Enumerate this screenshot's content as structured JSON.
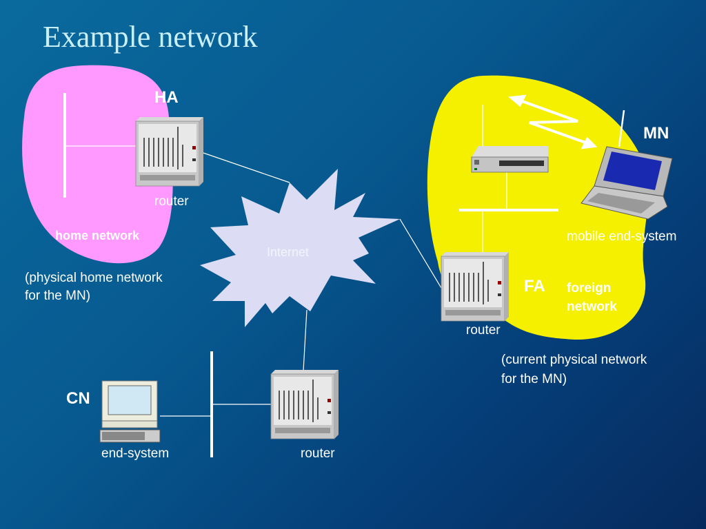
{
  "title": "Example network",
  "colors": {
    "home_network_fill": "#ff99ff",
    "foreign_network_fill": "#f5f000",
    "internet_fill": "#dcdcf4",
    "link": "#ffffff",
    "title_text": "#c8eef8"
  },
  "labels": {
    "ha": "HA",
    "mn": "MN",
    "fa": "FA",
    "cn": "CN",
    "router_home": "router",
    "router_foreign": "router",
    "router_cn": "router",
    "home_network": "home network",
    "home_desc_1": "(physical home network",
    "home_desc_2": "for the MN)",
    "internet": "Internet",
    "mobile_end_system": "mobile end-system",
    "foreign_network_1": "foreign",
    "foreign_network_2": "network",
    "foreign_desc_1": "(current physical network",
    "foreign_desc_2": "for the MN)",
    "end_system": "end-system"
  },
  "icons": {
    "router": "router-rack-icon",
    "access_point": "access-point-icon",
    "laptop": "laptop-icon",
    "desktop": "desktop-computer-icon",
    "wireless": "wireless-link-icon"
  }
}
